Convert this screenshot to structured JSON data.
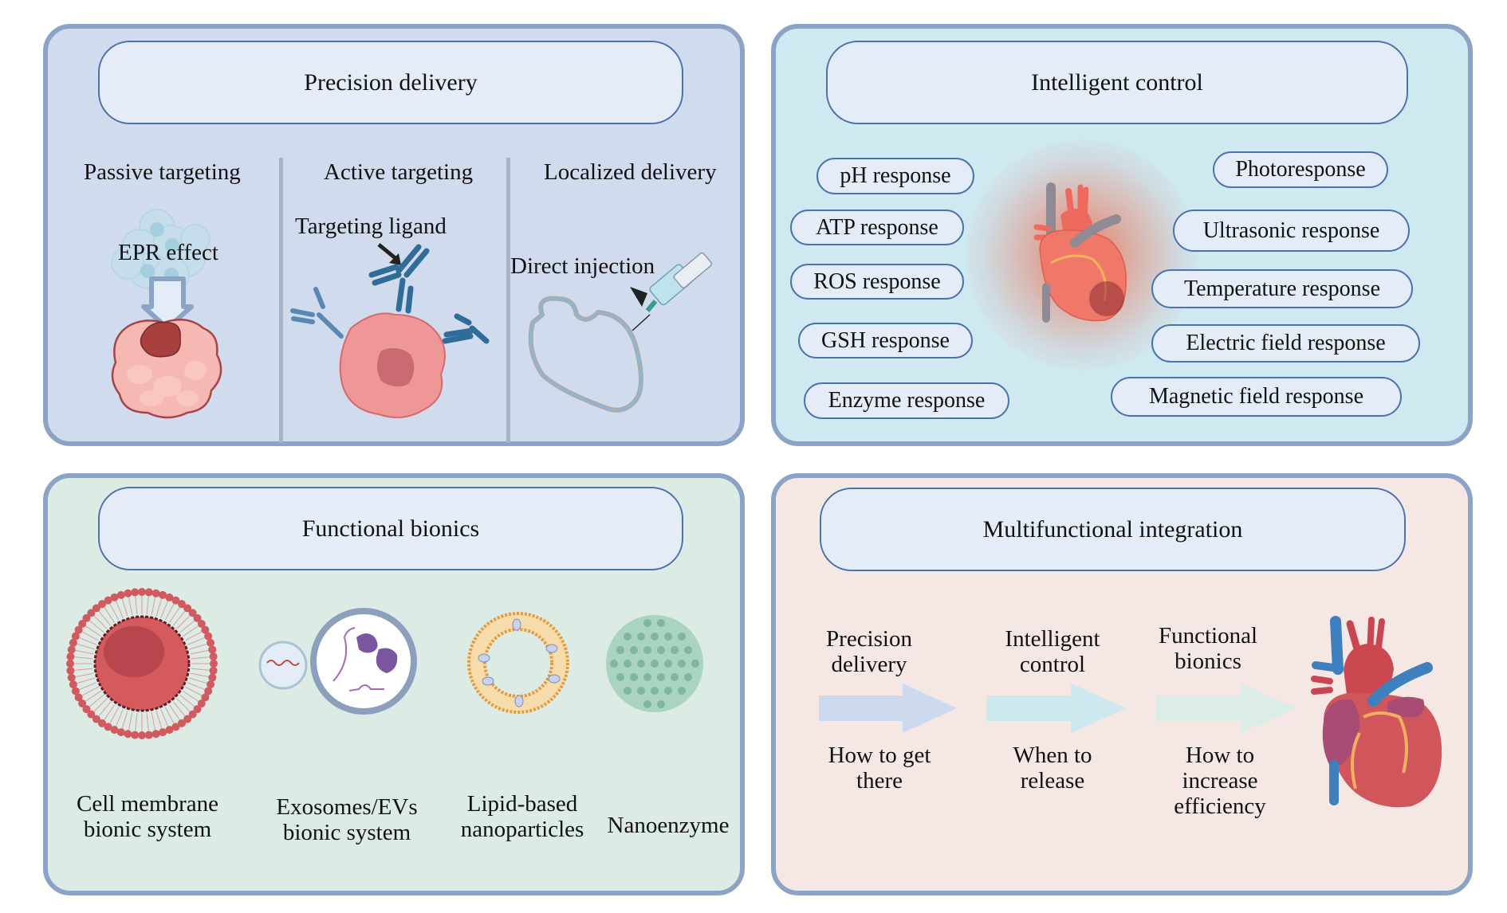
{
  "panels": {
    "precision_delivery": {
      "title": "Precision delivery",
      "columns": [
        {
          "heading": "Passive targeting",
          "annotation": "EPR effect"
        },
        {
          "heading": "Active targeting",
          "annotation": "Targeting ligand"
        },
        {
          "heading": "Localized delivery",
          "annotation": "Direct injection"
        }
      ]
    },
    "intelligent_control": {
      "title": "Intelligent control",
      "left_responses": [
        "pH response",
        "ATP response",
        "ROS response",
        "GSH response",
        "Enzyme response"
      ],
      "right_responses": [
        "Photoresponse",
        "Ultrasonic response",
        "Temperature response",
        "Electric field response",
        "Magnetic field response"
      ]
    },
    "functional_bionics": {
      "title": "Functional bionics",
      "items": [
        {
          "line1": "Cell membrane",
          "line2": "bionic system"
        },
        {
          "line1": "Exosomes/EVs",
          "line2": "bionic system"
        },
        {
          "line1": "Lipid-based",
          "line2": "nanoparticles"
        },
        {
          "line1": "Nanoenzyme",
          "line2": ""
        }
      ]
    },
    "multifunctional_integration": {
      "title": "Multifunctional integration",
      "steps": [
        {
          "top1": "Precision",
          "top2": "delivery",
          "bottom1": "How to get",
          "bottom2": "there",
          "bottom3": "",
          "arrow_color": "#cdd9ef"
        },
        {
          "top1": "Intelligent",
          "top2": "control",
          "bottom1": "When to",
          "bottom2": "release",
          "bottom3": "",
          "arrow_color": "#cde9ef"
        },
        {
          "top1": "Functional",
          "top2": "bionics",
          "bottom1": "How to",
          "bottom2": "increase",
          "bottom3": "efficiency",
          "arrow_color": "#dcece6"
        }
      ]
    }
  },
  "colors": {
    "panel_border": "#8ba3c7",
    "header_border": "#4a72b0",
    "header_fill": "#e4ecf7",
    "panel1_bg": "#d0dbee",
    "panel2_bg": "#cfe9f0",
    "panel3_bg": "#dcebe4",
    "panel4_bg": "#f5e8e4"
  }
}
